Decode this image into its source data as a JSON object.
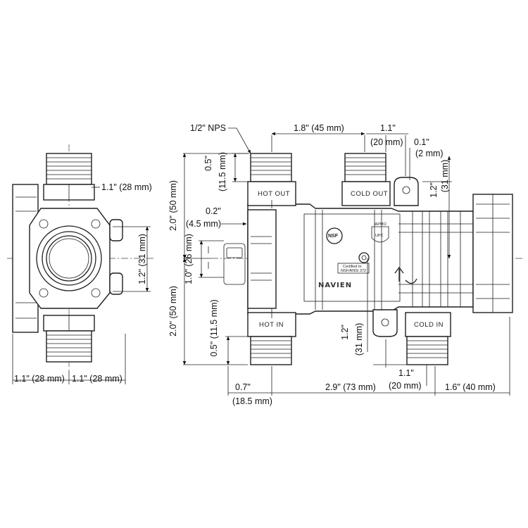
{
  "dimensions": {
    "side_top_w": "1.1\" (28 mm)",
    "side_h": "1.2\" (31 mm)",
    "side_b1": "1.1\" (28 mm)",
    "side_b2": "1.1\" (28 mm)",
    "nps": "1/2\" NPS",
    "top_span": "1.8\" (45 mm)",
    "top_right_a": "1.1\"",
    "top_right_b": "(20 mm)",
    "tiny_a": "0.1\"",
    "tiny_b": "(2 mm)",
    "thread_a": "0.5\"",
    "thread_b": "(11.5 mm)",
    "left_h_top": "2.0\" (50 mm)",
    "left_h_bot": "2.0\" (50 mm)",
    "gap_a": "0.2\"",
    "gap_b": "(4.5 mm)",
    "center_h": "1.0\" (26 mm)",
    "right_top_a": "1.2\"",
    "right_top_b": "(31 mm)",
    "bottom_thread_a": "0.5\" (11.5 mm)",
    "mid_a": "1.2\"",
    "mid_b": "(31 mm)",
    "bottom_right_a": "1.1\"",
    "bottom_right_b": "(20 mm)",
    "bottom_a": "0.7\"",
    "bottom_b": "(18.5 mm)",
    "bottom_span": "2.9\" (73 mm)",
    "bottom_end": "1.6\" (40 mm)"
  },
  "labels": {
    "hot_out": "HOT OUT",
    "cold_out": "COLD OUT",
    "hot_in": "HOT IN",
    "cold_in": "COLD IN",
    "nsf": "NSF",
    "cert_line1": "Certified to",
    "cert_line2": "NSF/ANSI 372",
    "upc": "UPC",
    "listed": "IAPMO",
    "brand": "NAVIEN"
  }
}
